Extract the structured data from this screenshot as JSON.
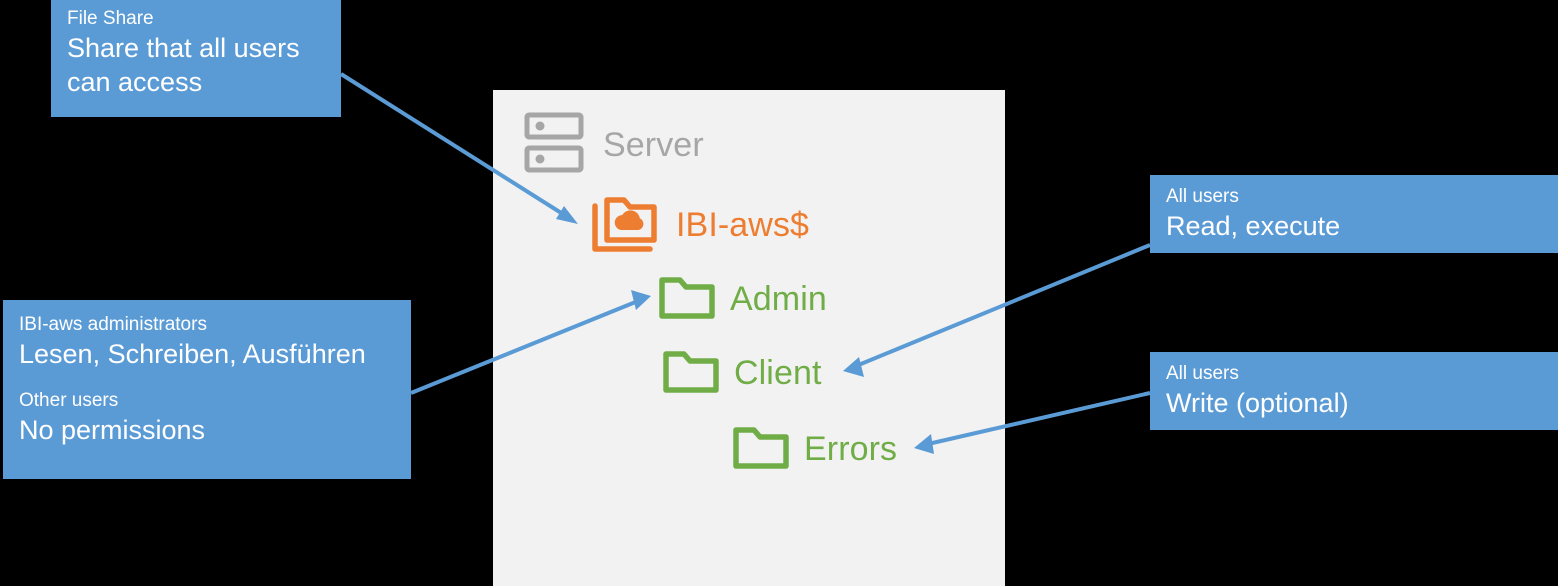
{
  "colors": {
    "background": "#000000",
    "panel": "#F2F2F2",
    "callout_blue": "#5B9BD5",
    "share_orange": "#ED7D31",
    "folder_green": "#70AD47",
    "server_gray": "#A6A6A6",
    "text_white": "#FFFFFF"
  },
  "panel": {
    "server": {
      "label": "Server",
      "icon": "server-icon"
    },
    "share": {
      "label": "IBI-aws$",
      "icon": "file-share-cloud-folder-icon"
    },
    "folders": [
      {
        "label": "Admin",
        "icon": "folder-icon"
      },
      {
        "label": "Client",
        "icon": "folder-icon"
      },
      {
        "label": "Errors",
        "icon": "folder-icon"
      }
    ]
  },
  "callouts": [
    {
      "id": "file-share",
      "title": "File Share",
      "body": "Share that all users can access"
    },
    {
      "id": "admin-permissions",
      "title": "IBI-aws administrators",
      "body": "Lesen, Schreiben, Ausführen",
      "title2": "Other users",
      "body2": "No permissions"
    },
    {
      "id": "read-execute",
      "title": "All users",
      "body": "Read, execute"
    },
    {
      "id": "write-optional",
      "title": "All users",
      "body": "Write (optional)"
    }
  ]
}
